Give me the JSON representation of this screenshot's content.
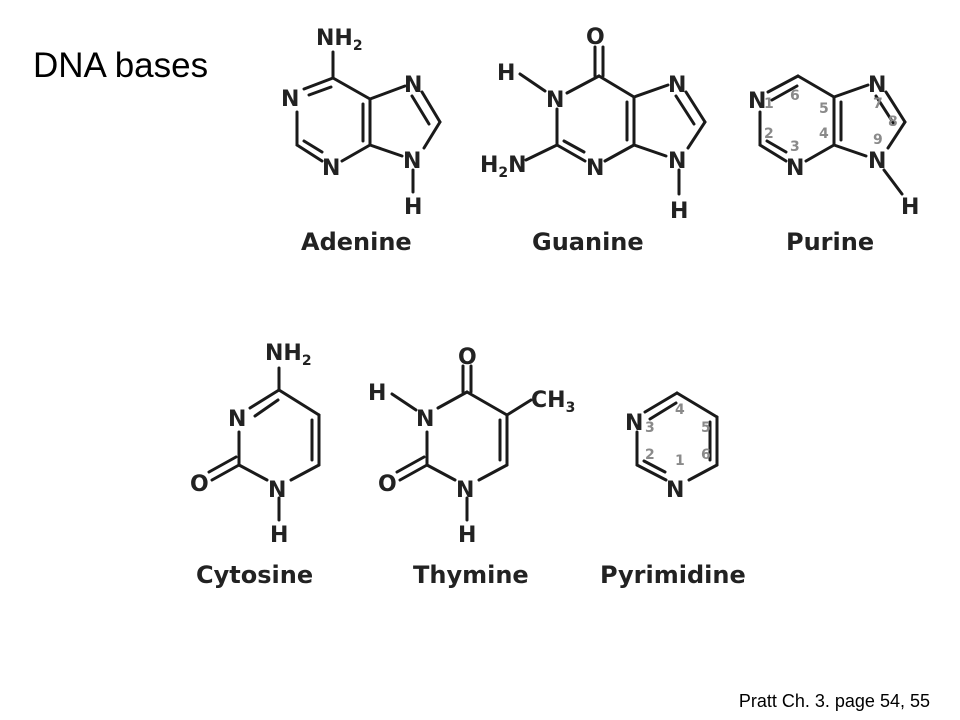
{
  "slide": {
    "title": "DNA bases",
    "citation": "Pratt Ch. 3. page 54, 55"
  },
  "structures": {
    "adenine": {
      "name": "Adenine"
    },
    "guanine": {
      "name": "Guanine"
    },
    "purine": {
      "name": "Purine"
    },
    "cytosine": {
      "name": "Cytosine"
    },
    "thymine": {
      "name": "Thymine"
    },
    "pyrimidine": {
      "name": "Pyrimidine"
    }
  },
  "atom_labels": {
    "N": "N",
    "H": "H",
    "O": "O",
    "NH2": "NH",
    "H2N_H": "H",
    "H2N_N": "N",
    "CH3": "CH",
    "sub2": "2",
    "sub3": "3"
  },
  "ring_numbers": {
    "purine": [
      "1",
      "2",
      "3",
      "4",
      "5",
      "6",
      "7",
      "8",
      "9"
    ],
    "pyrimidine": [
      "1",
      "2",
      "3",
      "4",
      "5",
      "6"
    ]
  }
}
